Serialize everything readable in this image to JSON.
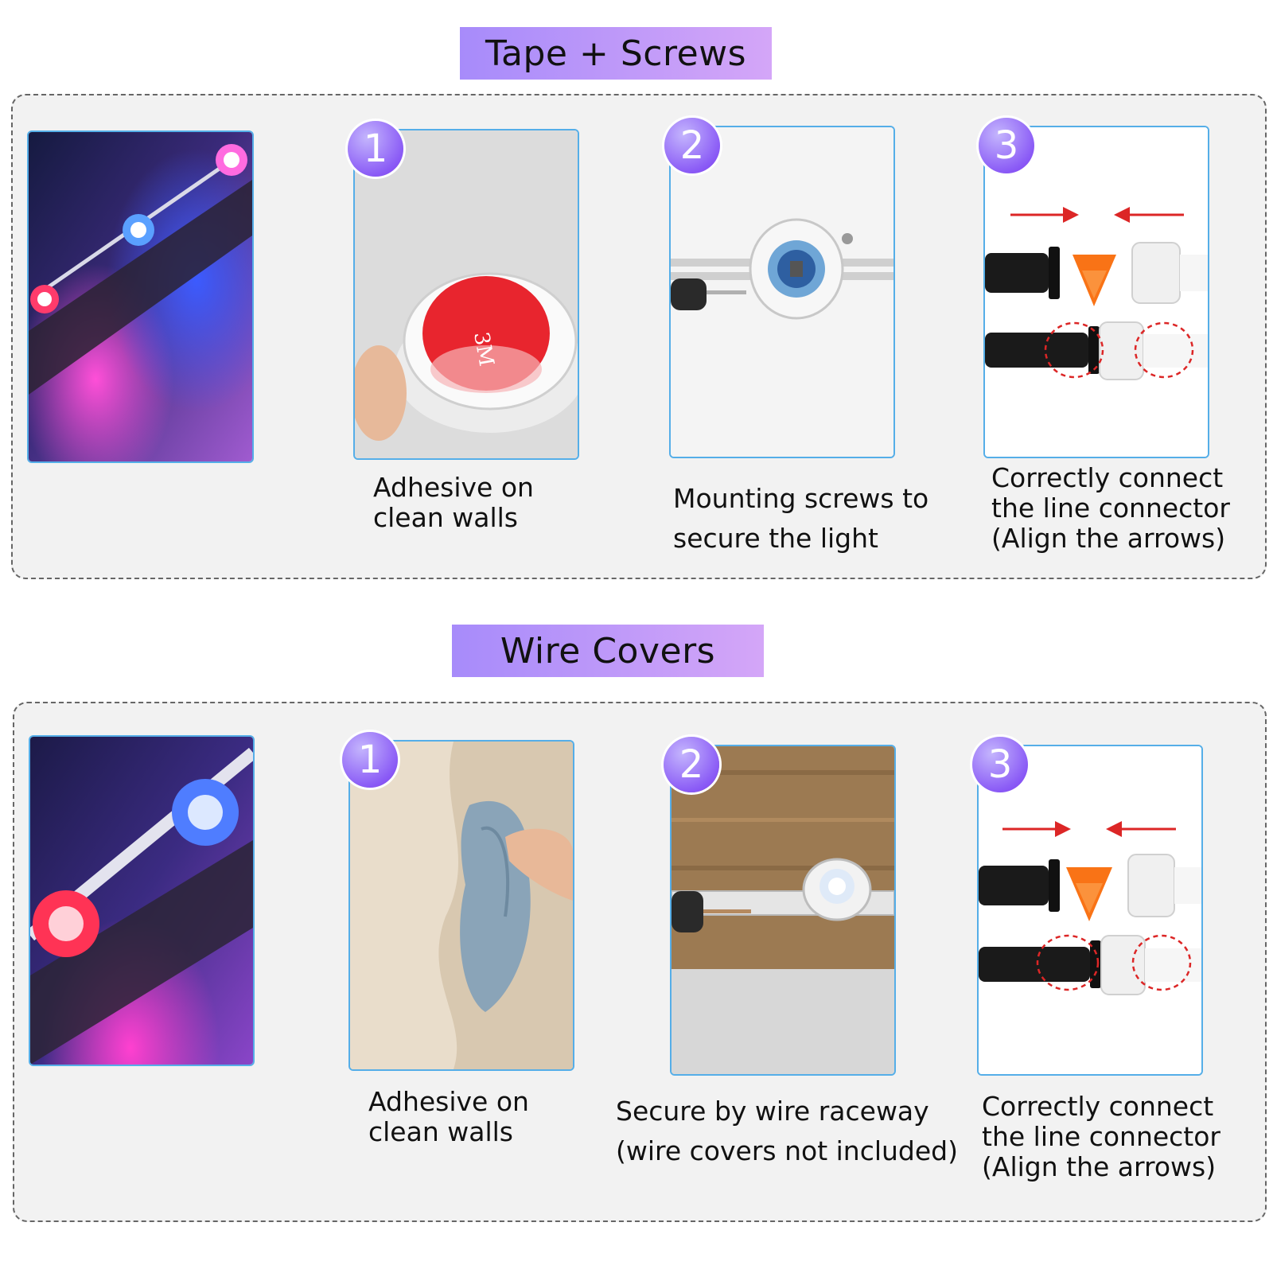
{
  "sections": [
    {
      "title": "Tape + Screws",
      "steps": [
        {
          "number": "1",
          "caption": [
            "Adhesive on",
            "clean walls"
          ]
        },
        {
          "number": "2",
          "caption": [
            "Mounting screws to",
            "secure the light"
          ]
        },
        {
          "number": "3",
          "caption": [
            "Correctly connect",
            "the line connector",
            "(Align the arrows)"
          ]
        }
      ]
    },
    {
      "title": "Wire Covers",
      "steps": [
        {
          "number": "1",
          "caption": [
            "Adhesive on",
            "clean walls"
          ]
        },
        {
          "number": "2",
          "caption": [
            "Secure by wire raceway",
            "(wire covers not included)"
          ]
        },
        {
          "number": "3",
          "caption": [
            "Correctly connect",
            "the line connector",
            "(Align the arrows)"
          ]
        }
      ]
    }
  ],
  "colors": {
    "banner_start": "#a78bfa",
    "banner_end": "#d4a6f8",
    "badge": "#8b5cf6",
    "frame": "#55aee8",
    "arrow": "#dc2626"
  }
}
